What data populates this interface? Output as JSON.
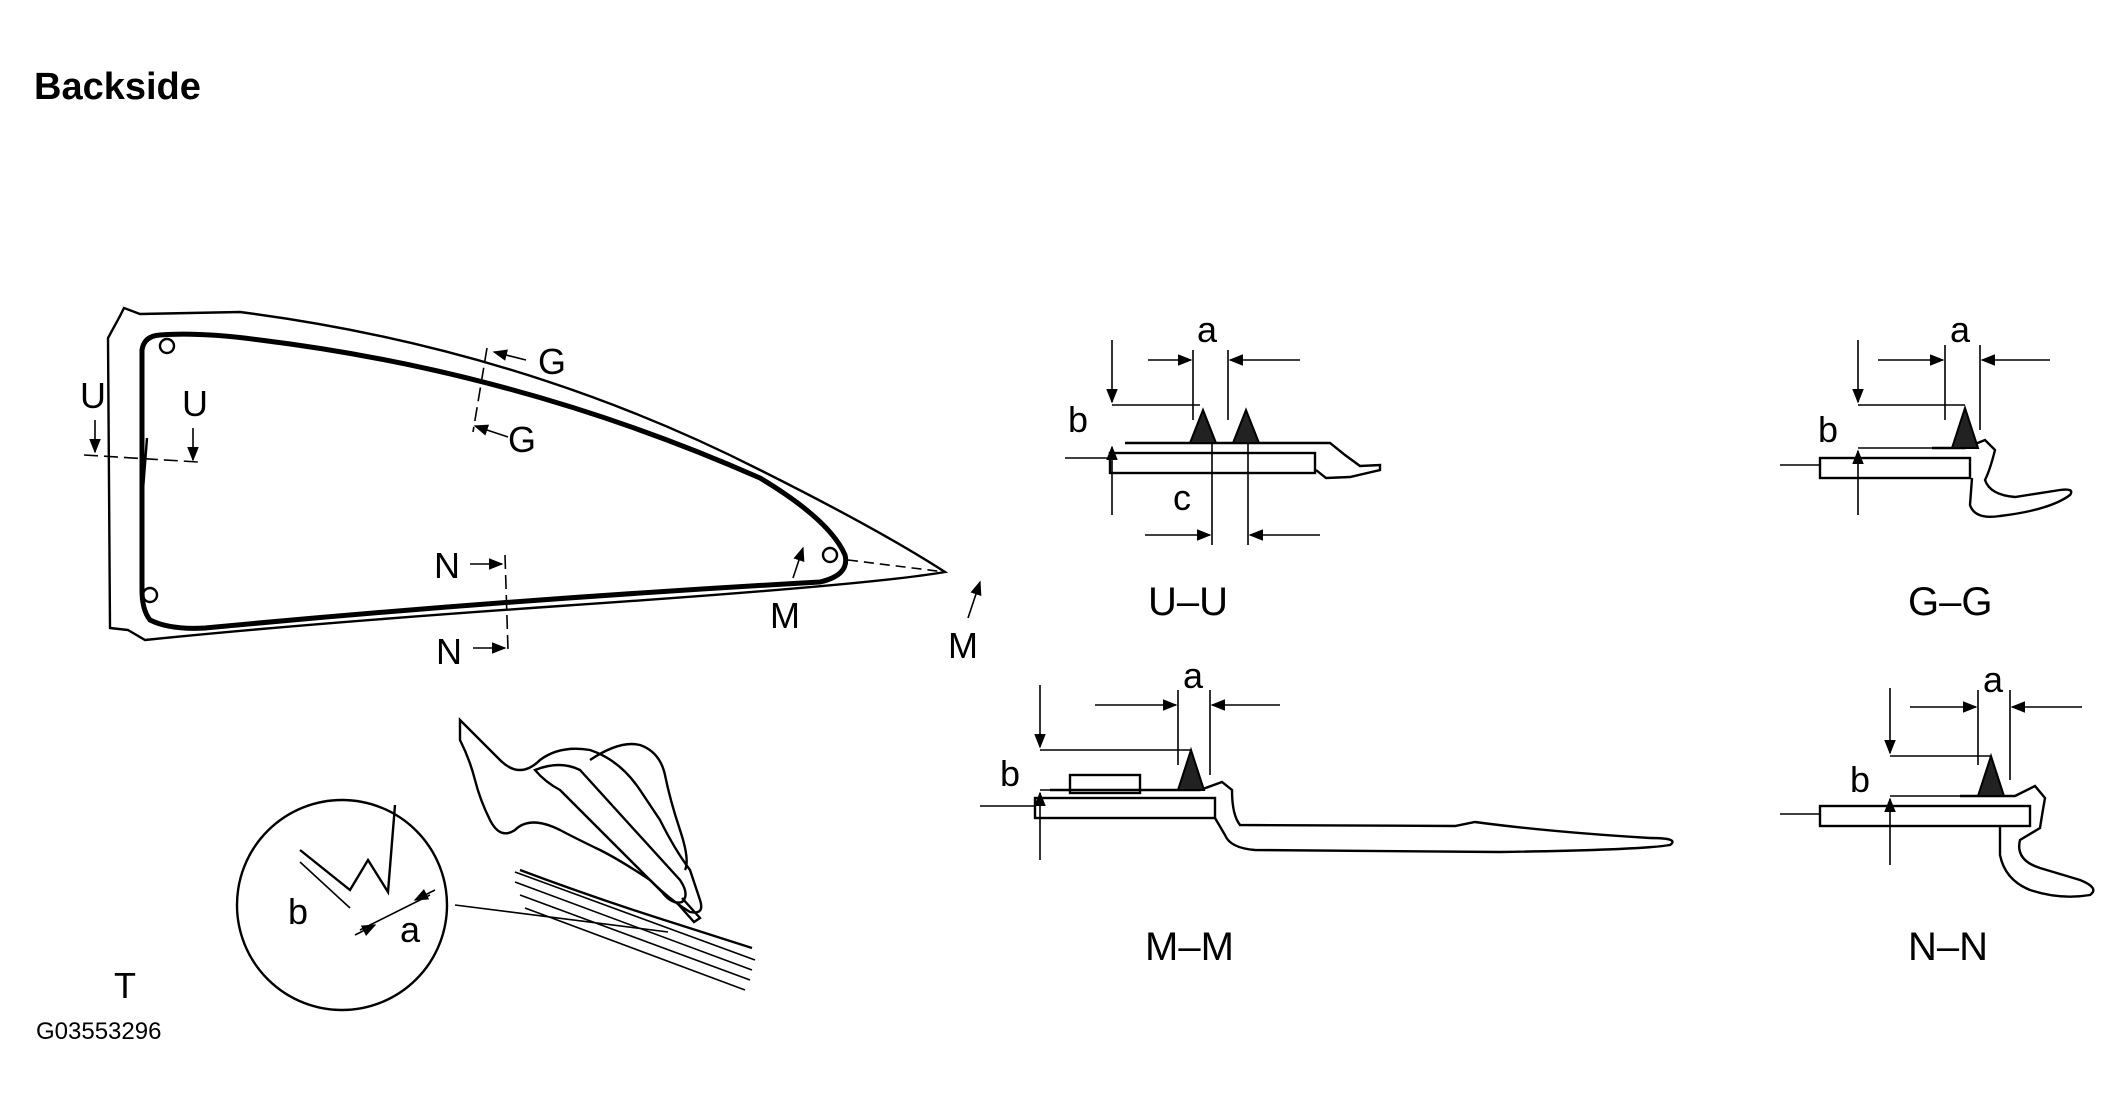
{
  "page": {
    "title": "Backside",
    "figure_code": "G03553296"
  },
  "glass_view": {
    "markers": {
      "u_left": "U",
      "u_right": "U",
      "g_top": "G",
      "g_bottom": "G",
      "n_top": "N",
      "n_bottom": "N",
      "m_left": "M",
      "m_right": "M"
    },
    "tool_label": "T"
  },
  "detail_circle": {
    "label_b": "b",
    "label_a": "a"
  },
  "sections": {
    "uu": {
      "caption": "U–U",
      "a": "a",
      "b": "b",
      "c": "c"
    },
    "gg": {
      "caption": "G–G",
      "a": "a",
      "b": "b"
    },
    "mm": {
      "caption": "M–M",
      "a": "a",
      "b": "b"
    },
    "nn": {
      "caption": "N–N",
      "a": "a",
      "b": "b"
    }
  },
  "colors": {
    "ink": "#000000",
    "paper": "#ffffff"
  }
}
